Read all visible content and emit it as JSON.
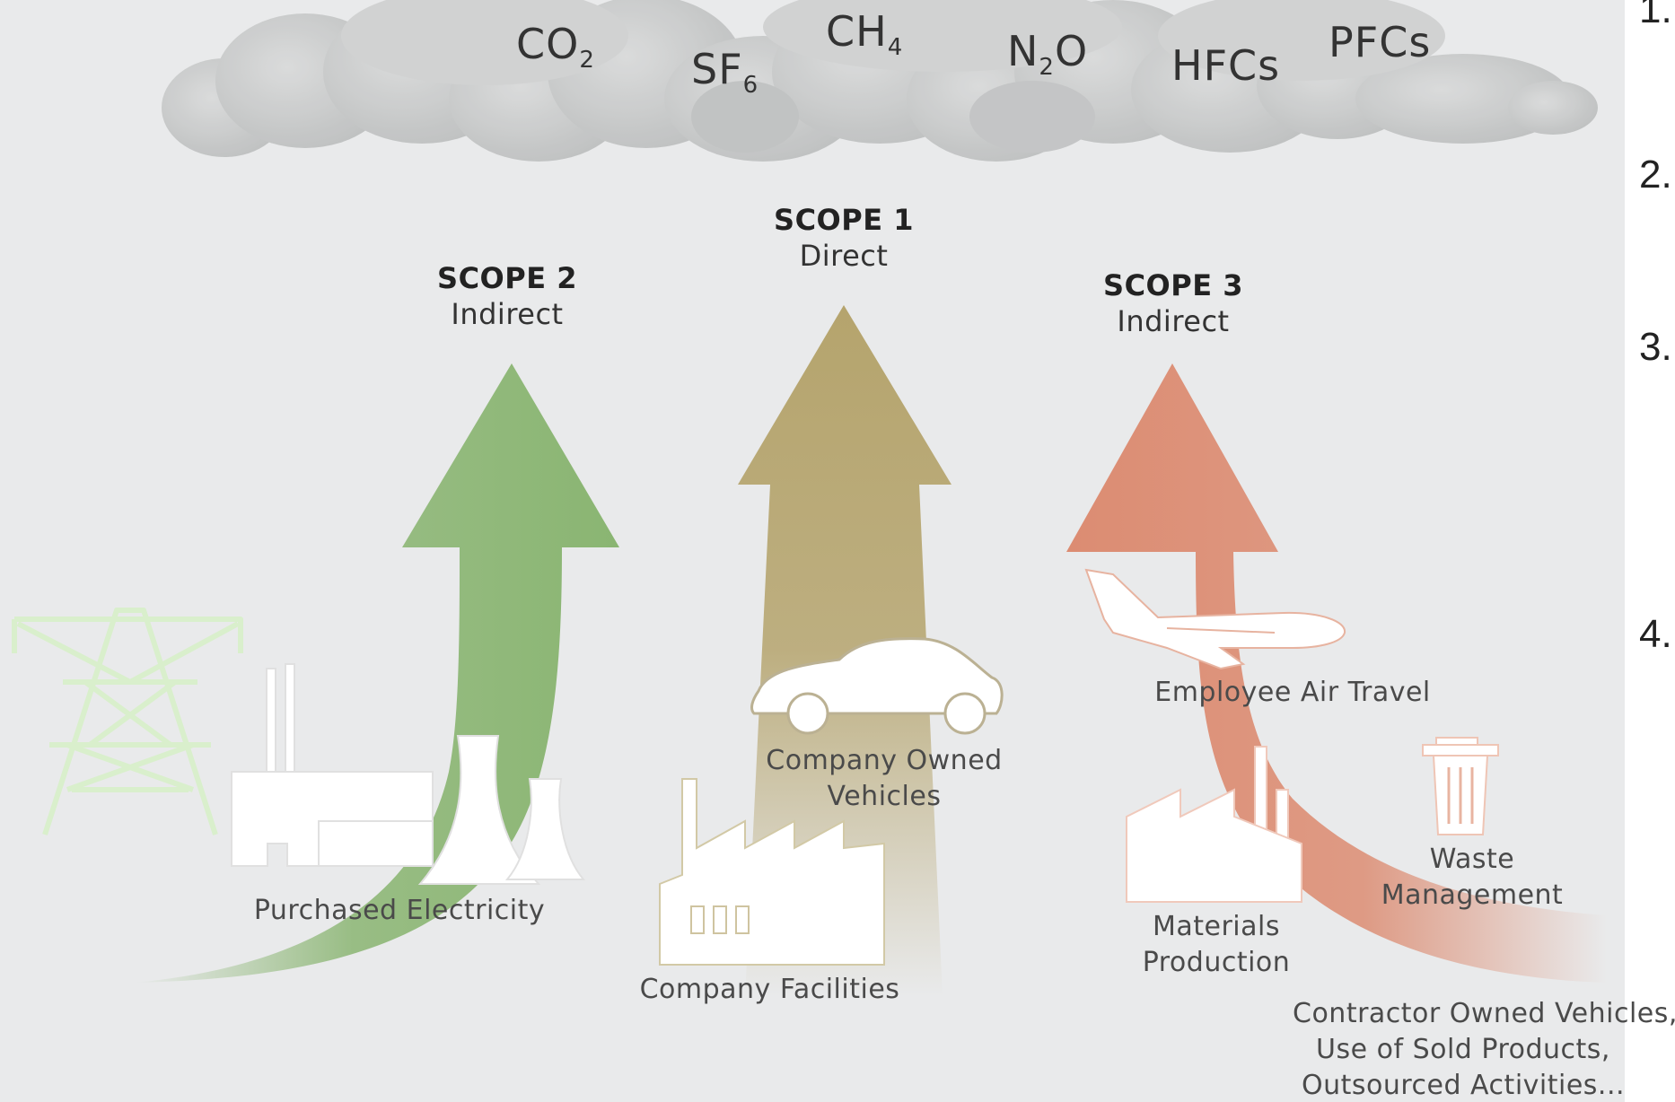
{
  "gases": {
    "co2": {
      "base": "CO",
      "sub": "2"
    },
    "sf6": {
      "base": "SF",
      "sub": "6"
    },
    "ch4": {
      "base": "CH",
      "sub": "4"
    },
    "n2o": {
      "base": "N",
      "sub": "2",
      "tail": "O"
    },
    "hfcs": {
      "base": "HFCs"
    },
    "pfcs": {
      "base": "PFCs"
    }
  },
  "scopes": {
    "scope1": {
      "title": "SCOPE 1",
      "subtitle": "Direct"
    },
    "scope2": {
      "title": "SCOPE 2",
      "subtitle": "Indirect"
    },
    "scope3": {
      "title": "SCOPE 3",
      "subtitle": "Indirect"
    }
  },
  "labels": {
    "purchased_electricity": "Purchased Electricity",
    "company_owned_vehicles_1": "Company Owned",
    "company_owned_vehicles_2": "Vehicles",
    "company_facilities": "Company Facilities",
    "employee_air_travel": "Employee Air Travel",
    "materials_production_1": "Materials",
    "materials_production_2": "Production",
    "waste_management_1": "Waste",
    "waste_management_2": "Management",
    "other_1": "Contractor Owned Vehicles,",
    "other_2": "Use of Sold Products,",
    "other_3": "Outsourced Activities..."
  },
  "list_numbers": [
    "1.",
    "2.",
    "3.",
    "4."
  ],
  "colors": {
    "background": "#e9eaeb",
    "scope1_arrow": "#b5a46d",
    "scope2_arrow": "#8ab572",
    "scope3_arrow": "#dc8c72",
    "cloud": "#c6c8c8",
    "icon_fill": "#ffffff"
  }
}
